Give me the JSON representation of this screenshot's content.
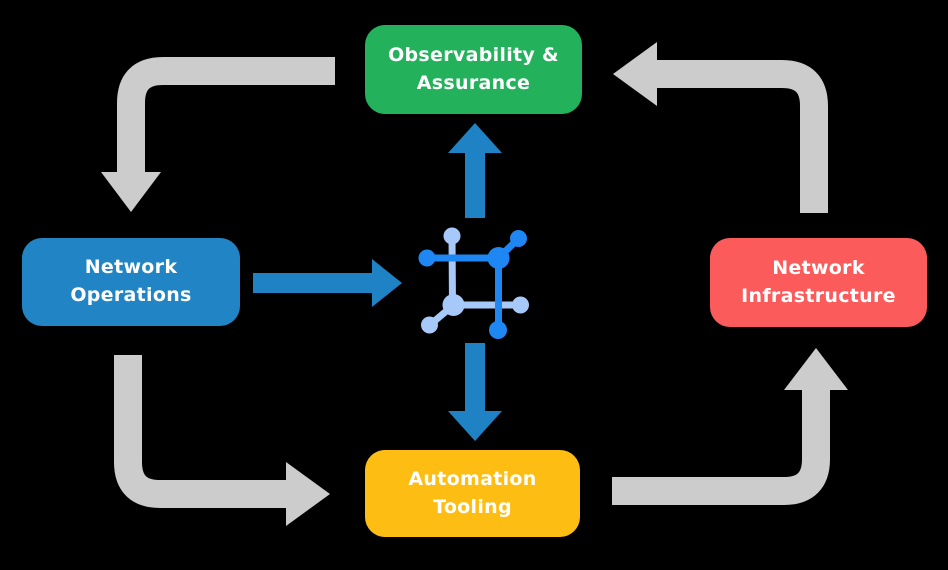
{
  "diagram": {
    "nodes": [
      {
        "id": "observability",
        "label": "Observability &\nAssurance"
      },
      {
        "id": "operations",
        "label": "Network\nOperations"
      },
      {
        "id": "infrastructure",
        "label": "Network\nInfrastructure"
      },
      {
        "id": "tooling",
        "label": "Automation\nTooling"
      }
    ],
    "center_icon": "network-hub-icon",
    "cycle_flows": [
      {
        "from": "Observability & Assurance",
        "to": "Network Operations"
      },
      {
        "from": "Network Operations",
        "to": "Automation Tooling"
      },
      {
        "from": "Automation Tooling",
        "to": "Network Infrastructure"
      },
      {
        "from": "Network Infrastructure",
        "to": "Observability & Assurance"
      }
    ],
    "hub_flows": [
      {
        "from": "Network Operations",
        "to": "network-hub"
      },
      {
        "from": "network-hub",
        "to": "Observability & Assurance"
      },
      {
        "from": "network-hub",
        "to": "Automation Tooling"
      }
    ]
  },
  "colors": {
    "background": "#000000",
    "node_observability": "#23B15B",
    "node_operations": "#2185C5",
    "node_infrastructure": "#FC5B5C",
    "node_tooling": "#FDBD12",
    "label_text": "#FFFFFF",
    "cycle_arrow": "#CCCCCC",
    "flow_arrow": "#1E82C4",
    "icon_dark_blue": "#1E87F3",
    "icon_light_blue": "#A7C9F9"
  }
}
